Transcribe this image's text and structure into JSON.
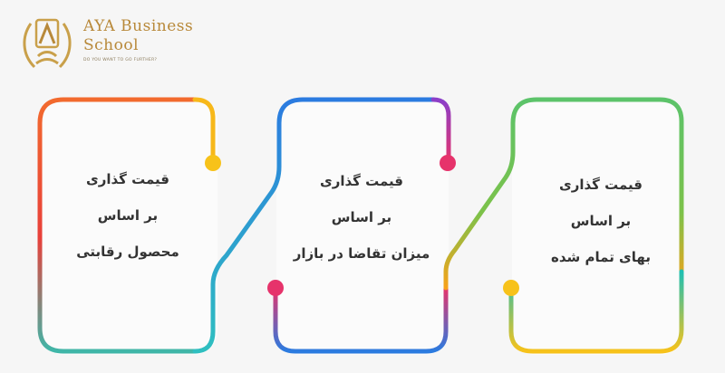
{
  "logo": {
    "line1": "AYA Business",
    "line2": "School",
    "tagline": "DO YOU WANT TO GO FURTHER?"
  },
  "cards": [
    {
      "title": "قیمت گذاری",
      "line2": "بر اساس",
      "line3": "محصول رقابتی"
    },
    {
      "title": "قیمت گذاری",
      "line2": "بر اساس",
      "line3": "میزان تقاضا در بازار"
    },
    {
      "title": "قیمت گذاری",
      "line2": "بر اساس",
      "line3": "بهای تمام شده"
    }
  ],
  "colors": {
    "yellow": "#f7c21a",
    "pink": "#e6336b",
    "orange": "#f26a2e",
    "blue": "#2b7be0",
    "teal": "#1fbfb2",
    "green": "#5cc36a",
    "purple": "#8b3fc9"
  }
}
